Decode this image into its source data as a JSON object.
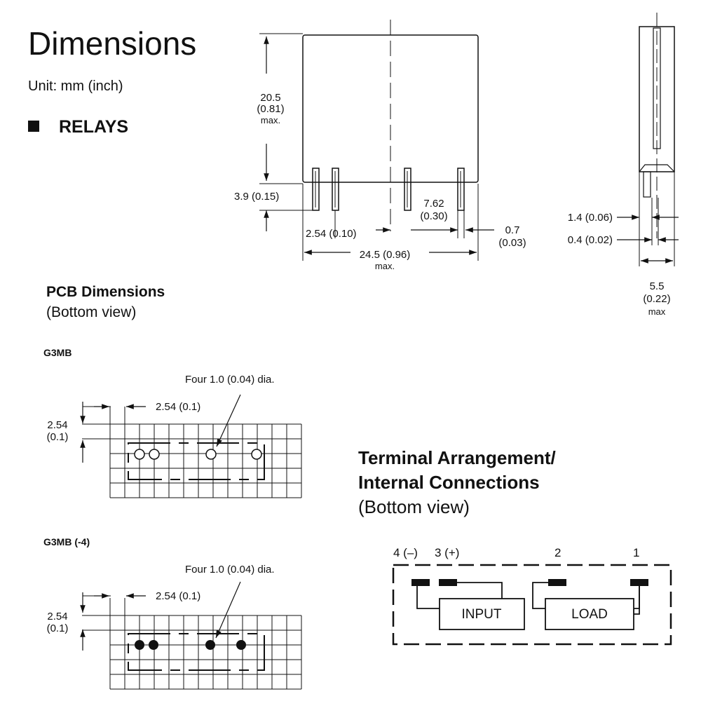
{
  "header": {
    "title": "Dimensions",
    "unit": "Unit: mm (inch)",
    "section": "RELAYS"
  },
  "relay_front": {
    "height_dim": [
      "20.5",
      "(0.81)",
      "max."
    ],
    "pin_length_dim": "3.9 (0.15)",
    "pin_pitch_dim": "2.54 (0.10)",
    "pin_spacing_dim": [
      "7.62",
      "(0.30)"
    ],
    "pin_thickness_dim": [
      "0.7",
      "(0.03)"
    ],
    "width_dim": [
      "24.5 (0.96)",
      "max."
    ]
  },
  "relay_side": {
    "dim_a": "1.4 (0.06)",
    "dim_b": "0.4 (0.02)",
    "depth_dim": [
      "5.5",
      "(0.22)",
      "max"
    ]
  },
  "pcb": {
    "title": "PCB Dimensions",
    "subtitle": "(Bottom view)",
    "grid_pitch": "2.54 (0.1)",
    "row_pitch": [
      "2.54",
      "(0.1)"
    ],
    "hole_note": "Four 1.0 (0.04) dia.",
    "variant_a": "G3MB",
    "variant_b": "G3MB (-4)"
  },
  "terminal": {
    "title_line1": "Terminal Arrangement/",
    "title_line2": "Internal Connections",
    "subtitle": "(Bottom view)",
    "labels": [
      "4 (–)",
      "3 (+)",
      "2",
      "1"
    ],
    "input_label": "INPUT",
    "load_label": "LOAD"
  }
}
